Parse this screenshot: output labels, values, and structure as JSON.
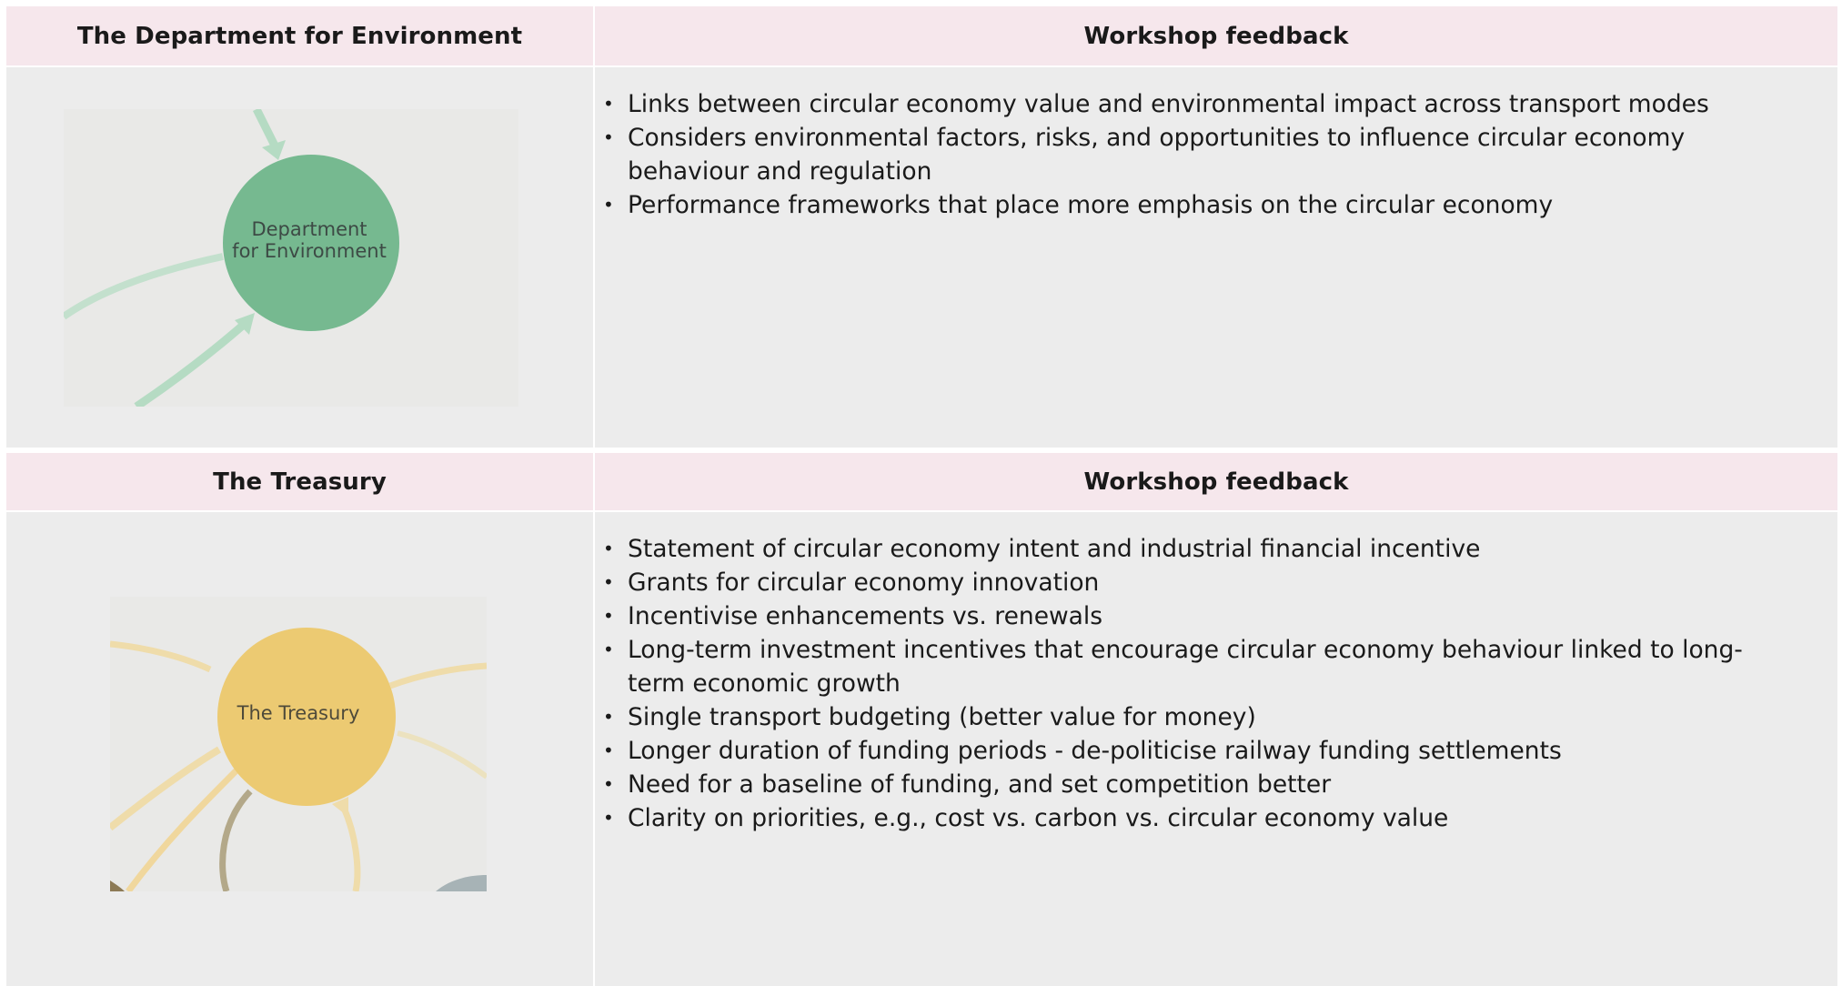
{
  "sections": [
    {
      "left_header": "The Department for Environment",
      "right_header": "Workshop feedback",
      "image": {
        "circle_label_line1": "Department",
        "circle_label_line2": "for Environment",
        "circle_color": "#76b990",
        "arrow_color": "#b5dbc3"
      },
      "bullets": [
        "Links between circular economy value and environmental impact across transport modes",
        "Considers environmental factors, risks, and opportunities to influence circular economy behaviour and regulation",
        "Performance frameworks that place more emphasis on the circular economy"
      ]
    },
    {
      "left_header": "The Treasury",
      "right_header": "Workshop feedback",
      "image": {
        "circle_label": "The Treasury",
        "circle_color": "#ecca72",
        "arrow_color": "#efdcaa"
      },
      "bullets": [
        "Statement of circular economy intent and industrial financial incentive",
        "Grants for circular economy innovation",
        "Incentivise enhancements vs. renewals",
        "Long-term investment incentives that encourage circular economy behaviour linked to long-term economic growth",
        "Single transport budgeting (better value for money)",
        "Longer duration of funding periods - de-politicise railway funding settlements",
        "Need for a baseline of funding, and set competition better",
        "Clarity on priorities, e.g., cost vs. carbon vs. circular economy value"
      ]
    }
  ],
  "colors": {
    "header_bg": "#f6e7ec",
    "cell_bg": "#ececec"
  }
}
